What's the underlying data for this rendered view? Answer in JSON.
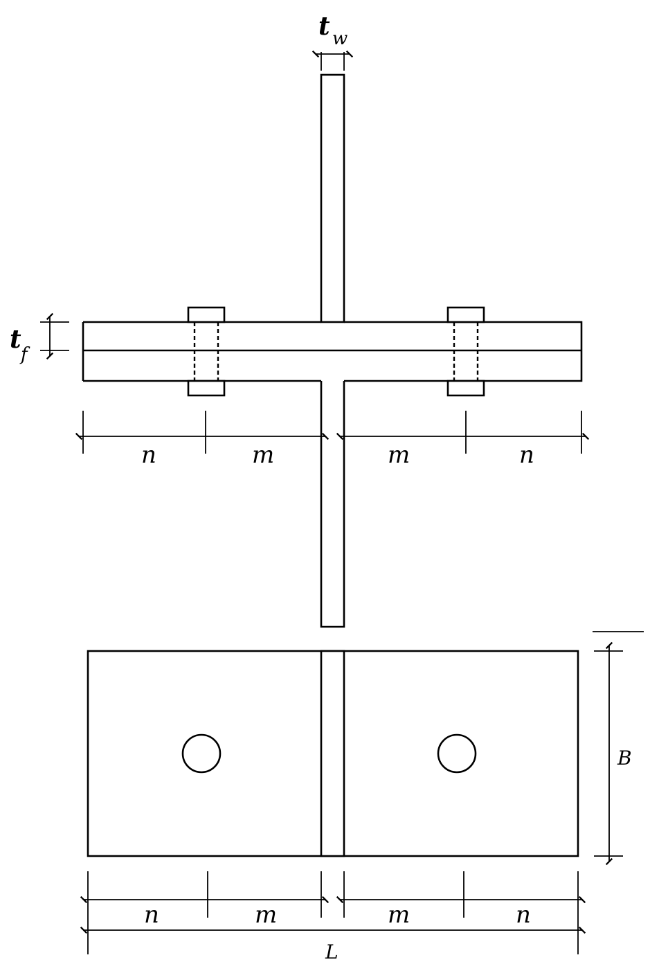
{
  "elevation": {
    "web_thickness": {
      "symbol": "t",
      "subscript": "w"
    },
    "flange_thickness": {
      "symbol": "t",
      "subscript": "f"
    },
    "dims": [
      "n",
      "m",
      "m",
      "n"
    ]
  },
  "plan": {
    "dims": [
      "n",
      "m",
      "m",
      "n"
    ],
    "length_label": "L",
    "width_label": "B"
  }
}
